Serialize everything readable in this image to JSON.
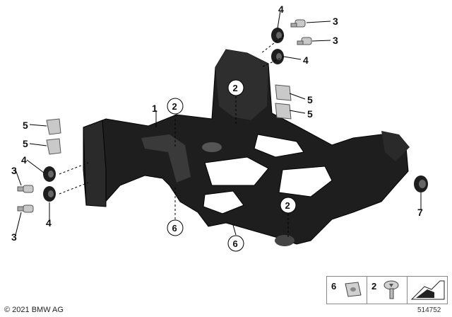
{
  "callouts": {
    "c1": "1",
    "c2a": "2",
    "c2b": "2",
    "c2c": "2",
    "c3a": "3",
    "c3b": "3",
    "c3c": "3",
    "c3d": "3",
    "c4a": "4",
    "c4b": "4",
    "c4c": "4",
    "c4d": "4",
    "c5a": "5",
    "c5b": "5",
    "c5c": "5",
    "c5d": "5",
    "c6a": "6",
    "c6b": "6",
    "c7": "7"
  },
  "legend": {
    "item_a": "6",
    "item_b": "2"
  },
  "footer": {
    "copyright": "© 2021 BMW AG",
    "ref_number": "514752"
  },
  "colors": {
    "part": "#1e1e1e",
    "part_highlight": "#3a3a3a",
    "hardware": "#c9c9c9",
    "leader": "#000000"
  }
}
